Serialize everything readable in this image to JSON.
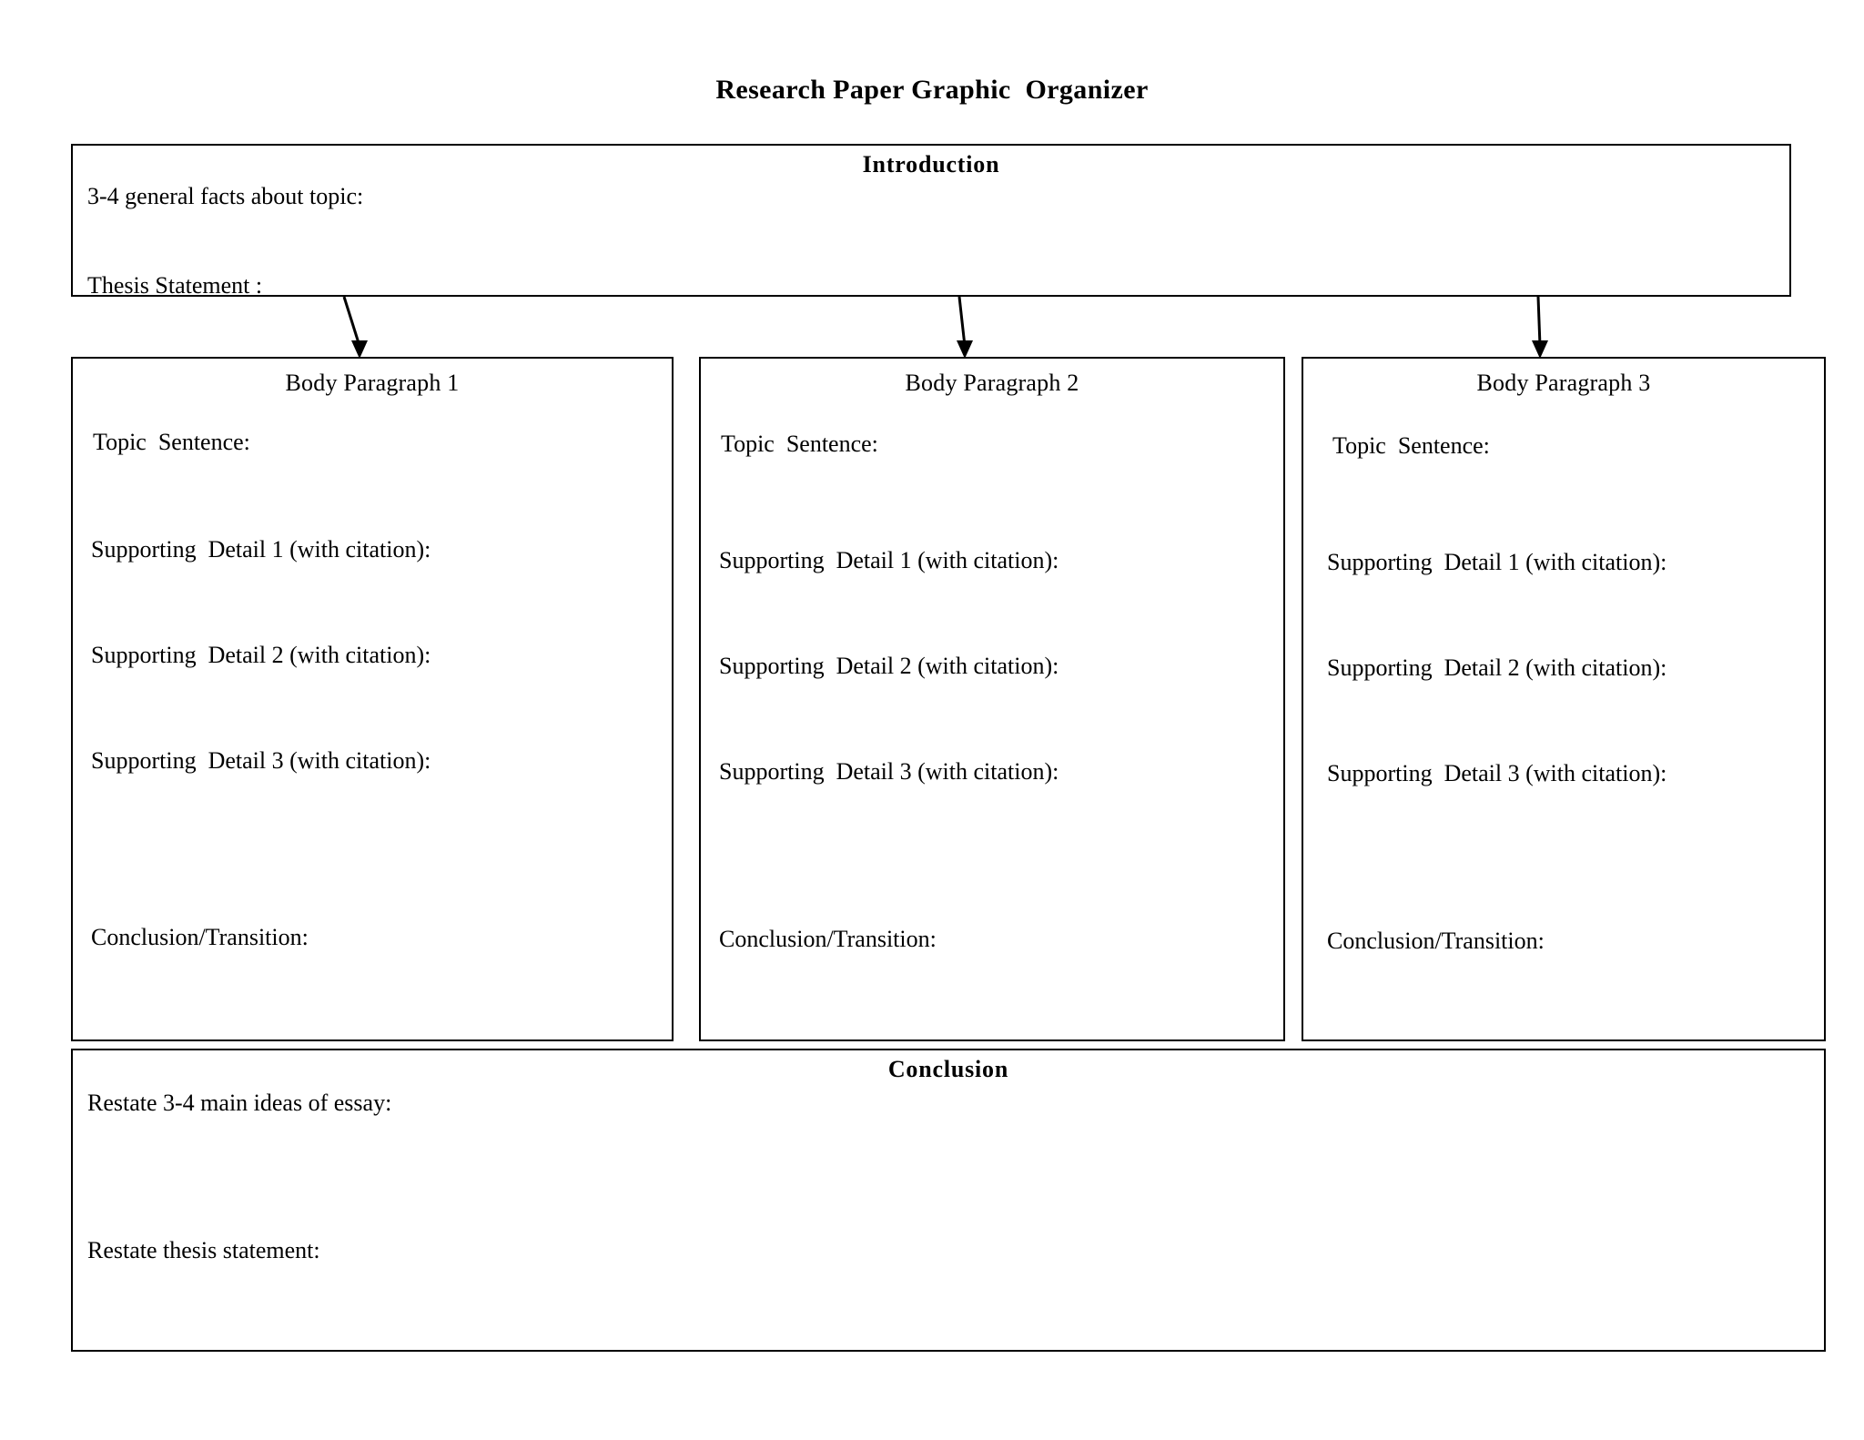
{
  "document": {
    "title": "Research Paper Graphic  Organizer"
  },
  "introduction": {
    "heading": "Introduction",
    "facts_label": "3-4 general facts about topic:",
    "thesis_label": "Thesis Statement :"
  },
  "body_paragraphs": [
    {
      "heading": "Body Paragraph 1",
      "topic_sentence": "Topic  Sentence:",
      "detail1": "Supporting  Detail 1 (with citation):",
      "detail2": "Supporting  Detail 2 (with citation):",
      "detail3": "Supporting  Detail 3 (with citation):",
      "conclusion_transition": "Conclusion/Transition:"
    },
    {
      "heading": "Body Paragraph 2",
      "topic_sentence": "Topic  Sentence:",
      "detail1": "Supporting  Detail 1 (with citation):",
      "detail2": "Supporting  Detail 2 (with citation):",
      "detail3": "Supporting  Detail 3 (with citation):",
      "conclusion_transition": "Conclusion/Transition:"
    },
    {
      "heading": "Body Paragraph 3",
      "topic_sentence": "Topic  Sentence:",
      "detail1": "Supporting  Detail 1 (with citation):",
      "detail2": "Supporting  Detail 2 (with citation):",
      "detail3": "Supporting  Detail 3 (with citation):",
      "conclusion_transition": "Conclusion/Transition:"
    }
  ],
  "conclusion": {
    "heading": "Conclusion",
    "restate_ideas_label": "Restate 3-4 main ideas of essay:",
    "restate_thesis_label": "Restate thesis statement:"
  },
  "colors": {
    "ink": "#000000",
    "paper": "#ffffff"
  }
}
